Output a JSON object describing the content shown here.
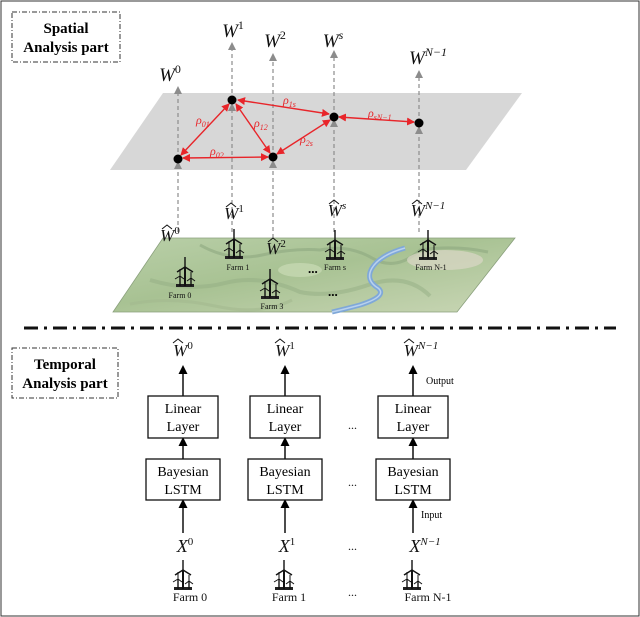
{
  "spatial_part": {
    "label_line1": "Spatial",
    "label_line2": "Analysis part",
    "outputs": {
      "w0": {
        "base": "W",
        "sup": "0"
      },
      "w1": {
        "base": "W",
        "sup": "1"
      },
      "w2": {
        "base": "W",
        "sup": "2"
      },
      "ws": {
        "base": "W",
        "sup": "s"
      },
      "wN": {
        "base": "W",
        "sup": "N−1"
      }
    },
    "edges": {
      "rho01": {
        "base": "ρ",
        "sub": "01"
      },
      "rho12": {
        "base": "ρ",
        "sub": "12"
      },
      "rho1s": {
        "base": "ρ",
        "sub": "1s"
      },
      "rho02": {
        "base": "ρ",
        "sub": "02"
      },
      "rho2s": {
        "base": "ρ",
        "sub": "2s"
      },
      "rhosN": {
        "base": "ρ",
        "sub": "sN−1"
      }
    },
    "predictions": {
      "h0": {
        "base": "W",
        "sup": "0"
      },
      "h1": {
        "base": "W",
        "sup": "1"
      },
      "h2": {
        "base": "W",
        "sup": "2"
      },
      "hs": {
        "base": "W",
        "sup": "s"
      },
      "hN": {
        "base": "W",
        "sup": "N−1"
      }
    },
    "farms": {
      "f0": "Farm 0",
      "f1": "Farm 1",
      "f3": "Farm 3",
      "fs": "Farm s",
      "fN": "Farm N-1"
    },
    "ellipsis": "..."
  },
  "temporal_part": {
    "label_line1": "Temporal",
    "label_line2": "Analysis part",
    "outputs": {
      "h0": {
        "base": "W",
        "sup": "0"
      },
      "h1": {
        "base": "W",
        "sup": "1"
      },
      "hN": {
        "base": "W",
        "sup": "N−1"
      }
    },
    "output_label": "Output",
    "input_label": "Input",
    "linear_line1": "Linear",
    "linear_line2": "Layer",
    "bayes_line1": "Bayesian",
    "bayes_line2": "LSTM",
    "inputs": {
      "x0": {
        "base": "X",
        "sup": "0"
      },
      "x1": {
        "base": "X",
        "sup": "1"
      },
      "xN": {
        "base": "X",
        "sup": "N−1"
      }
    },
    "farms": {
      "f0": "Farm 0",
      "f1": "Farm 1",
      "fN": "Farm N-1"
    },
    "ellipsis": "..."
  },
  "colors": {
    "edge_red": "#e8252a",
    "plane_gray": "#d0d0d0",
    "arrow_gray": "#8c8c8c",
    "water_blue": "#7fa8d8"
  }
}
